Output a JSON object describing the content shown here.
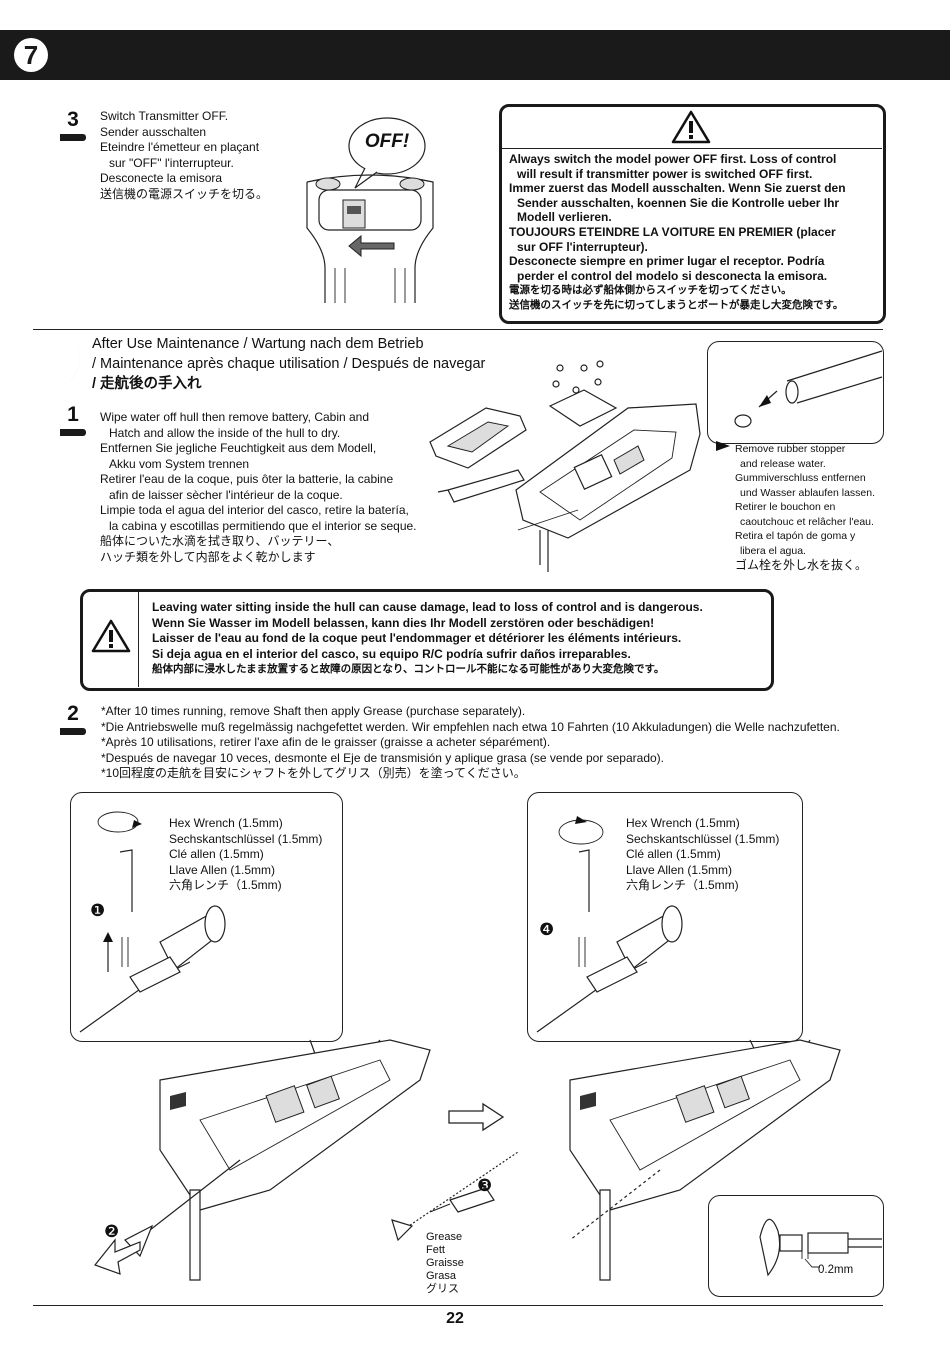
{
  "page": {
    "section_number": "7",
    "page_number": "22"
  },
  "step3": {
    "number": "3",
    "lines": [
      "Switch Transmitter OFF.",
      "Sender ausschalten",
      "Eteindre l'émetteur en plaçant",
      "sur \"OFF\" l'interrupteur.",
      "Desconecte la emisora",
      "送信機の電源スイッチを切る。"
    ],
    "off_label": "OFF!"
  },
  "warning_top": {
    "lines": [
      "Always switch the model power OFF first. Loss of control",
      "will result if transmitter power is switched OFF first.",
      "Immer zuerst das Modell ausschalten. Wenn Sie zuerst den",
      "Sender ausschalten, koennen Sie die Kontrolle ueber Ihr",
      "Modell verlieren.",
      "TOUJOURS ETEINDRE LA VOITURE EN PREMIER (placer",
      "sur OFF l'interrupteur).",
      "Desconecte siempre en primer lugar el receptor. Podría",
      "perder el control del modelo si desconecta la emisora.",
      "電源を切る時は必ず船体側からスイッチを切ってください。",
      "送信機のスイッチを先に切ってしまうとボートが暴走し大変危険です。"
    ]
  },
  "maintenance": {
    "title_lines": [
      "After Use Maintenance / Wartung nach dem Betrieb",
      "/ Maintenance après chaque utilisation / Después de navegar",
      "/ 走航後の手入れ"
    ]
  },
  "step1": {
    "number": "1",
    "lines": [
      "Wipe water off hull then remove battery, Cabin and",
      "Hatch and allow the inside of the hull to dry.",
      "Entfernen Sie jegliche Feuchtigkeit aus dem Modell,",
      "Akku vom System trennen",
      "Retirer l'eau de la coque, puis ôter la batterie, la cabine",
      "afin de laisser sècher l'intérieur de la coque.",
      "Limpie toda el agua del interior del casco, retire la batería,",
      "la cabina y escotillas permitiendo que el interior se seque.",
      "船体についた水滴を拭き取り、バッテリー、",
      "ハッチ類を外して内部をよく乾かします"
    ],
    "stopper_lines": [
      "Remove rubber stopper",
      "and release water.",
      "Gummiverschluss entfernen",
      "und Wasser ablaufen lassen.",
      "Retirer le bouchon en",
      "caoutchouc et relâcher l'eau.",
      "Retira el tapón de goma y",
      "libera el agua.",
      "ゴム栓を外し水を抜く。"
    ]
  },
  "warning_mid": {
    "lines": [
      "Leaving water sitting inside the hull can cause damage, lead to loss of control and is dangerous.",
      "Wenn Sie Wasser im Modell belassen, kann dies Ihr Modell zerstören oder beschädigen!",
      "Laisser de l'eau au fond de la coque peut l'endommager et détériorer les éléments intérieurs.",
      "Si deja agua en el interior del casco, su equipo R/C podría sufrir daños irreparables.",
      "船体内部に浸水したまま放置すると故障の原因となり、コントロール不能になる可能性があり大変危険です。"
    ]
  },
  "step2": {
    "number": "2",
    "lines": [
      "*After 10 times running, remove Shaft then apply Grease (purchase separately).",
      "*Die Antriebswelle muß regelmässig nachgefettet werden. Wir empfehlen nach etwa 10 Fahrten (10 Akkuladungen) die Welle nachzufetten.",
      "*Après 10 utilisations, retirer l'axe afin de le graisser (graisse a acheter séparément).",
      "*Después de navegar 10 veces, desmonte el Eje de transmisión y aplique grasa (se vende por separado).",
      "*10回程度の走航を目安にシャフトを外してグリス（別売）を塗ってください。"
    ]
  },
  "hex_wrench": {
    "lines": [
      "Hex Wrench (1.5mm)",
      "Sechskantschlüssel (1.5mm)",
      "Clé allen (1.5mm)",
      "Llave Allen (1.5mm)",
      "六角レンチ（1.5mm)"
    ]
  },
  "callouts": {
    "c1": "❶",
    "c2": "❷",
    "c3": "❸",
    "c4": "❹"
  },
  "grease": {
    "lines": [
      "Grease",
      "Fett",
      "Graisse",
      "Grasa",
      "グリス"
    ]
  },
  "gap_label": "0.2mm"
}
